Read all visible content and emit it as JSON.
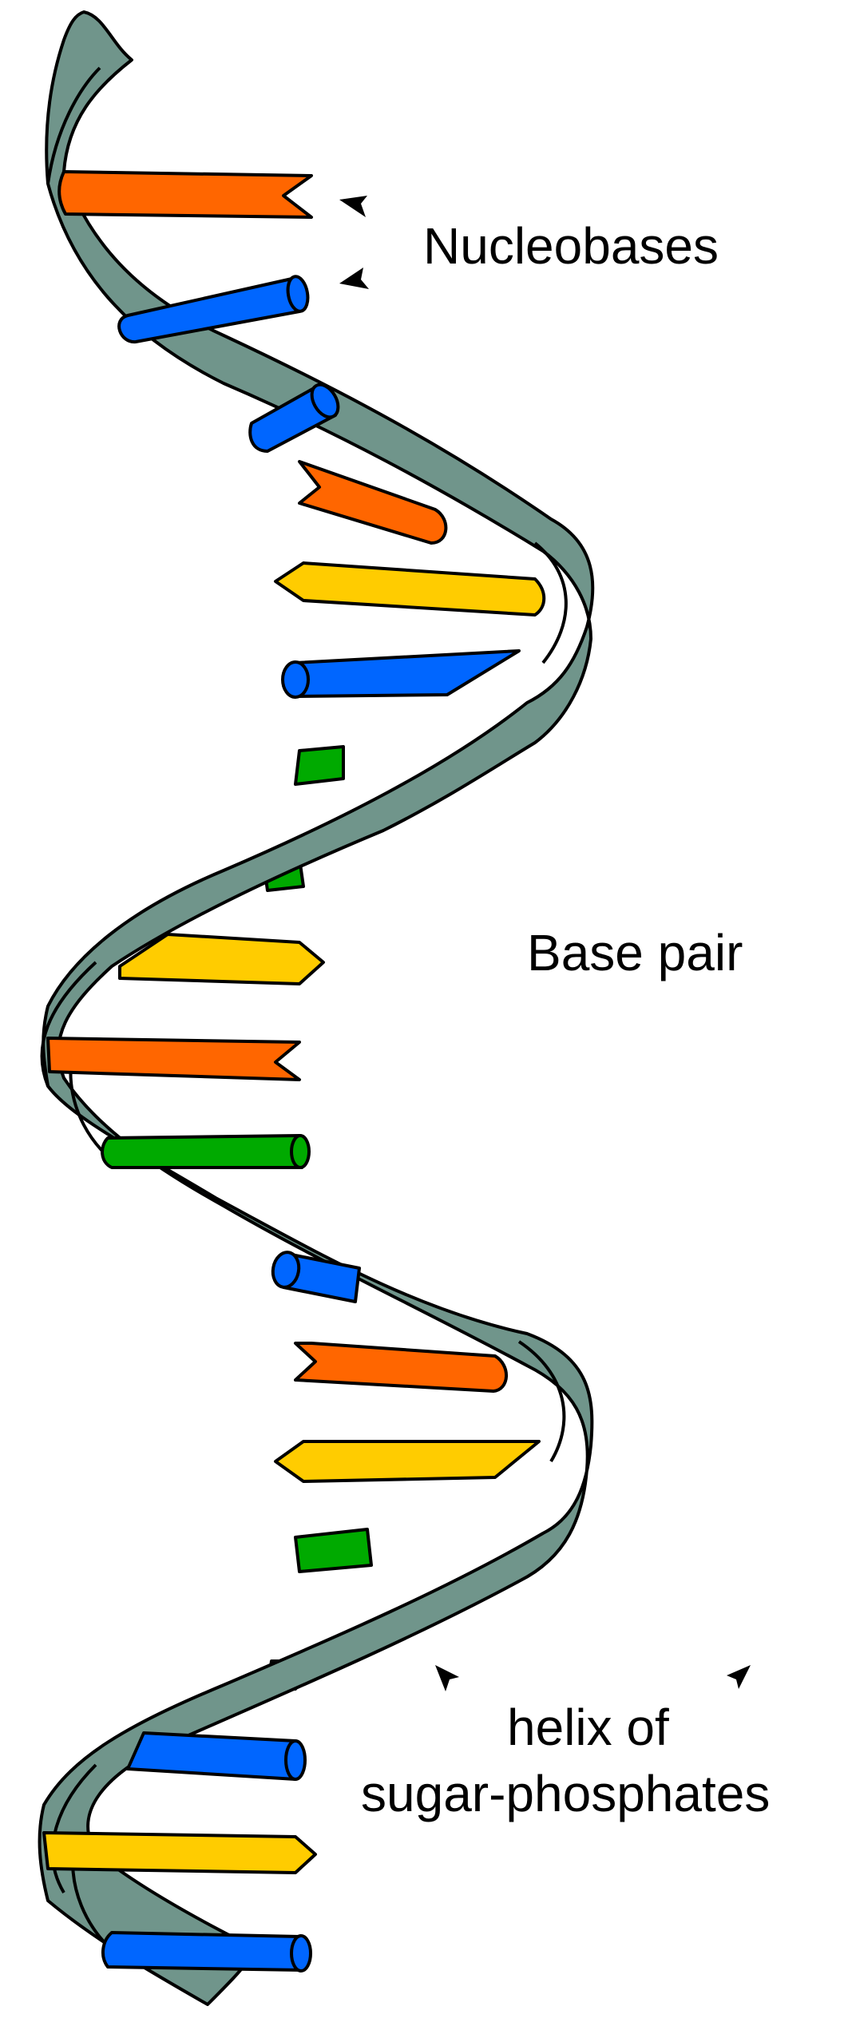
{
  "labels": {
    "nucleobases": "Nucleobases",
    "base_pair": "Base pair",
    "helix_line1": "helix of",
    "helix_line2": "sugar-phosphates"
  },
  "colors": {
    "backbone": "#70958b",
    "adenine_orange": "#ff6600",
    "thymine_blue": "#0066ff",
    "guanine_yellow": "#ffcc00",
    "cytosine_green": "#00aa00",
    "outline": "#000000"
  }
}
